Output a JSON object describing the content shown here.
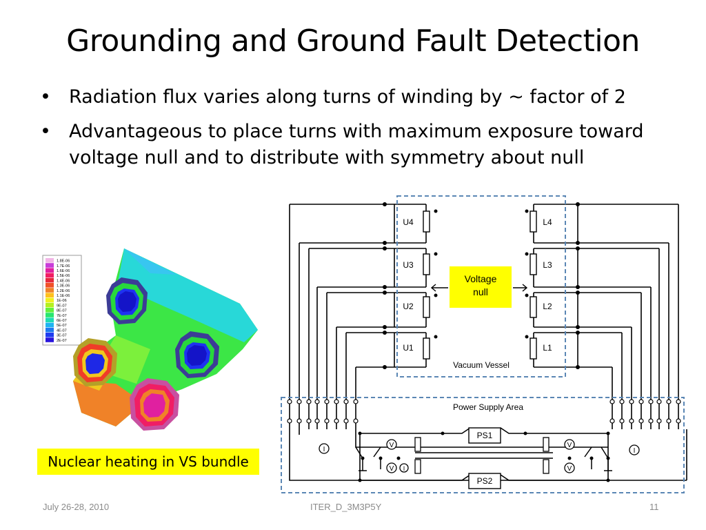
{
  "slide": {
    "title": "Grounding and Ground Fault Detection",
    "bullets": [
      "Radiation flux varies along turns of winding by ~ factor of 2",
      "Advantageous to place turns with maximum exposure toward voltage null and to distribute with symmetry about null"
    ],
    "bullet_symbol": "•"
  },
  "heat_figure": {
    "legend_values": [
      "1.8E-06",
      "1.7E-06",
      "1.6E-06",
      "1.5E-06",
      "1.4E-06",
      "1.3E-06",
      "1.2E-06",
      "1.1E-06",
      "1E-06",
      "9E-07",
      "8E-07",
      "7E-07",
      "6E-07",
      "5E-07",
      "4E-07",
      "3E-07",
      "2E-07"
    ],
    "legend_colors": [
      "#f2b6e6",
      "#c83cd8",
      "#e020a0",
      "#f01e64",
      "#e6283c",
      "#f05028",
      "#f08228",
      "#ffc01e",
      "#f0f01e",
      "#b4f01e",
      "#64f03c",
      "#28e66e",
      "#1edcb4",
      "#1eb4f0",
      "#1e7af0",
      "#1e3cf0",
      "#2814dc"
    ],
    "caption": "Nuclear heating in VS bundle"
  },
  "circuit": {
    "vessel_label": "Vacuum Vessel",
    "psa_label": "Power Supply Area",
    "null_label_line1": "Voltage",
    "null_label_line2": "null",
    "left_coils": [
      "U4",
      "U3",
      "U2",
      "U1"
    ],
    "right_coils": [
      "L4",
      "L3",
      "L2",
      "L1"
    ],
    "ps1": "PS1",
    "ps2": "PS2",
    "meter_v": "V",
    "meter_i": "I"
  },
  "footer": {
    "date": "July 26-28, 2010",
    "doc_id": "ITER_D_3M3P5Y",
    "page": "11"
  }
}
